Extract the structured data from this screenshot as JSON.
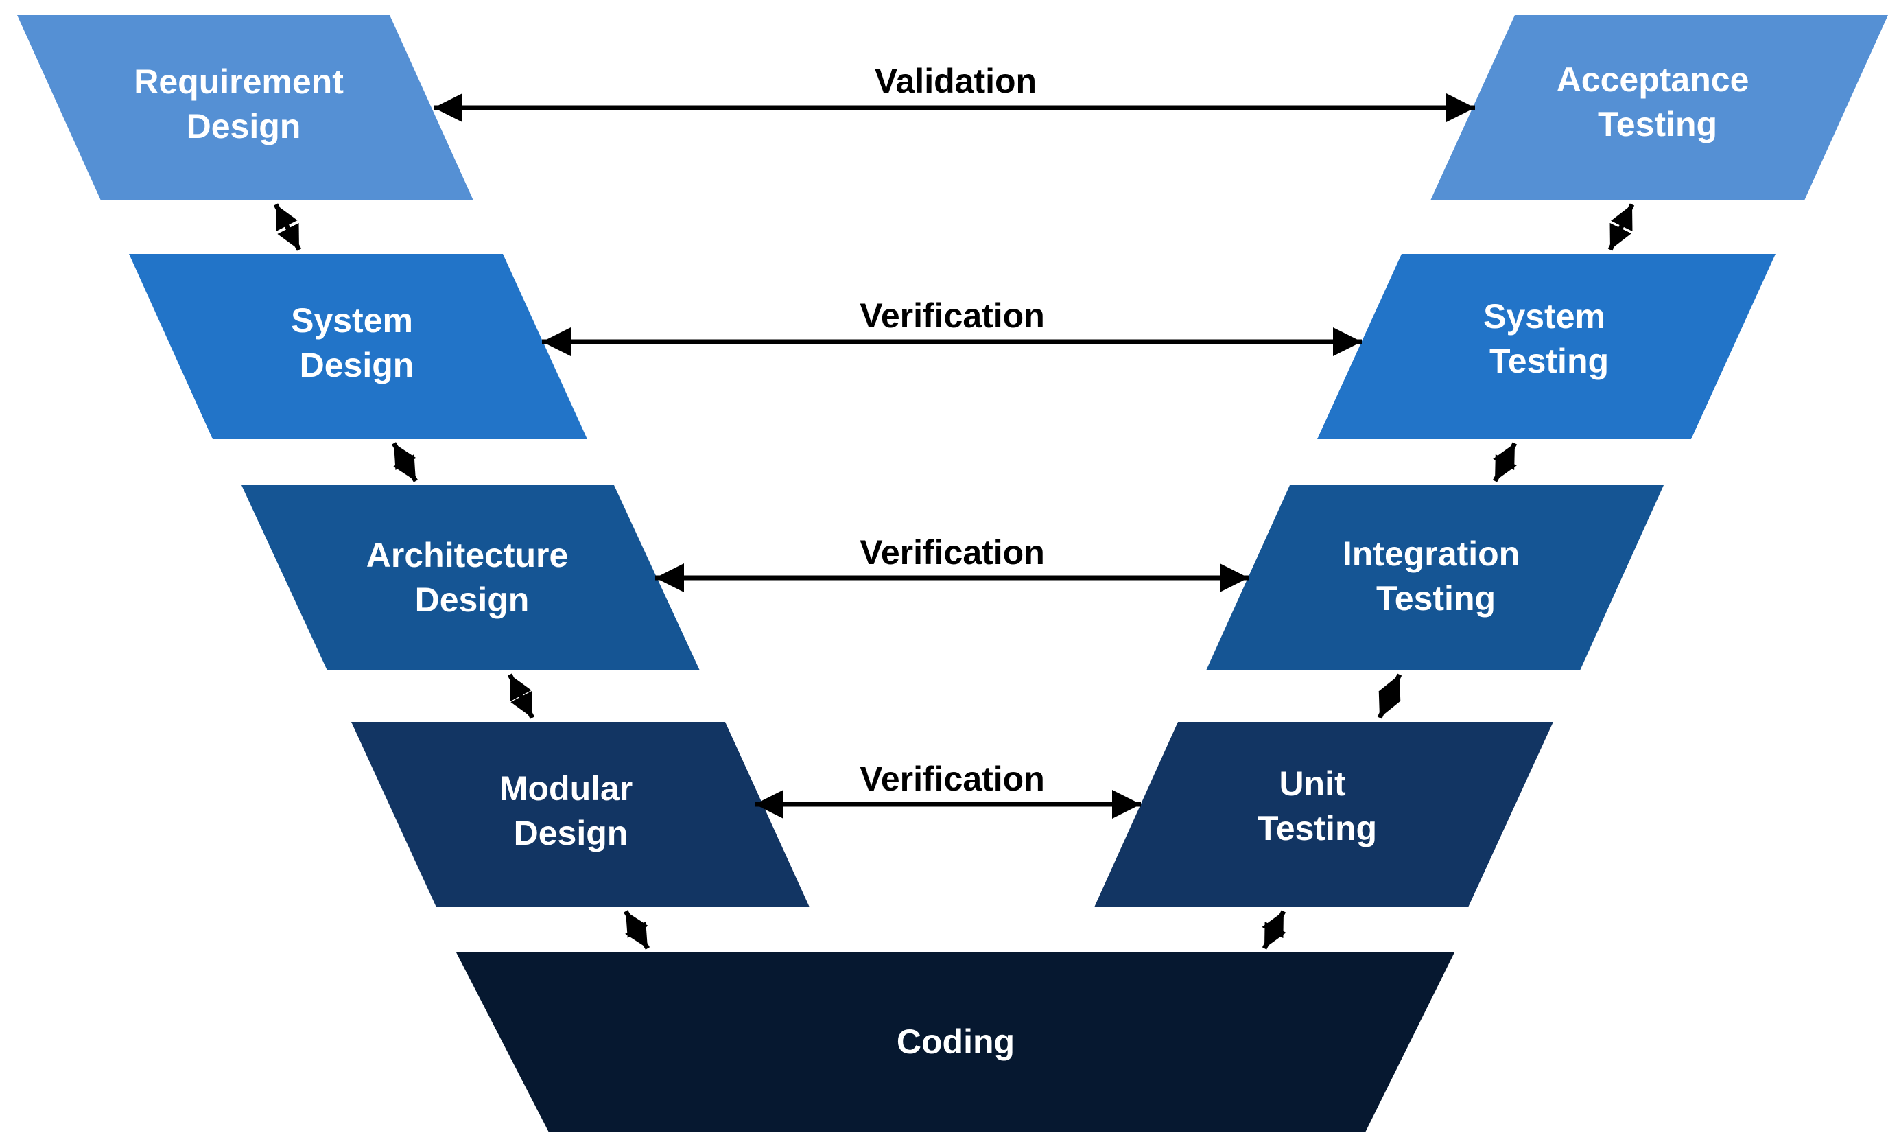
{
  "colors": {
    "level_1": "#5590d4",
    "level_2": "#2274c8",
    "level_3": "#155594",
    "level_4": "#123563",
    "level_5": "#061830",
    "arrow": "#000000",
    "label_text": "#ffffff"
  },
  "stages": {
    "requirement_design": {
      "line1": "Requirement",
      "line2": "Design"
    },
    "system_design": {
      "line1": "System",
      "line2": "Design"
    },
    "architecture_design": {
      "line1": "Architecture",
      "line2": "Design"
    },
    "modular_design": {
      "line1": "Modular",
      "line2": "Design"
    },
    "coding": {
      "label": "Coding"
    },
    "unit_testing": {
      "line1": "Unit",
      "line2": "Testing"
    },
    "integration_testing": {
      "line1": "Integration",
      "line2": "Testing"
    },
    "system_testing": {
      "line1": "System",
      "line2": "Testing"
    },
    "acceptance_testing": {
      "line1": "Acceptance",
      "line2": "Testing"
    }
  },
  "relations": {
    "level_1": "Validation",
    "level_2": "Verification",
    "level_3": "Verification",
    "level_4": "Verification"
  }
}
